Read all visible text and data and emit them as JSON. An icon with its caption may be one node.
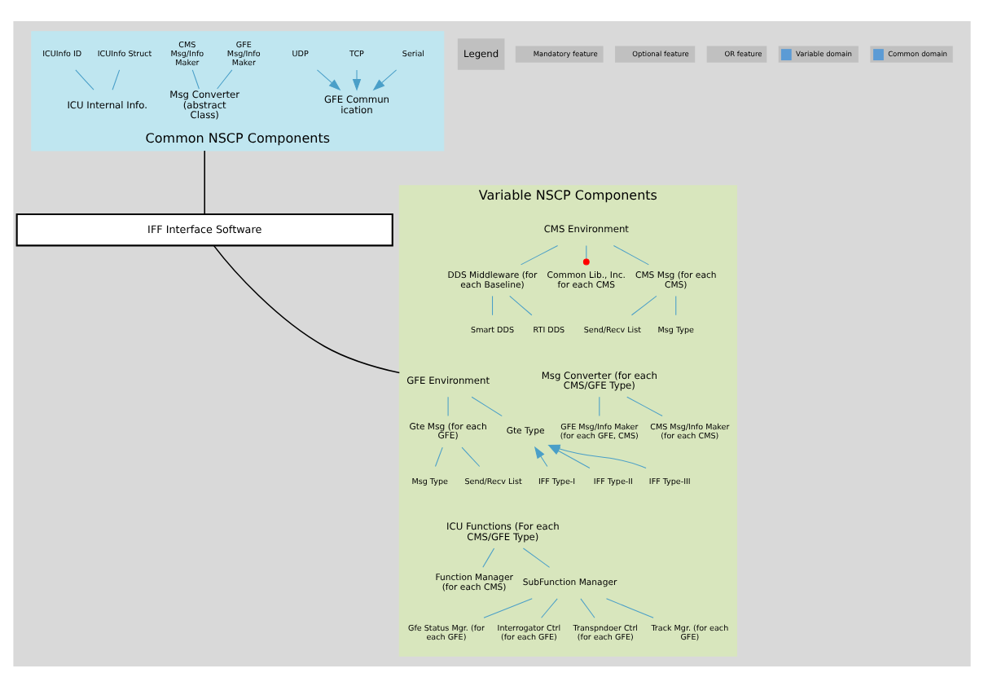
{
  "diagram": {
    "nodes": [
      {
        "text": [
          "Common NSCP Components"
        ]
      },
      {
        "text": [
          "GFE Communication"
        ],
        "in": 0
      },
      {
        "text": [
          "TCP"
        ],
        "in": 0
      },
      {
        "text": [
          "UDP"
        ],
        "in": 0
      },
      {
        "text": [
          "Serial"
        ],
        "in": 0
      },
      {
        "text": [
          "Msg Converter (abstract Class)"
        ],
        "in": 0
      },
      {
        "text": [
          "CMS Msg/Info Maker"
        ],
        "in": 0
      },
      {
        "text": [
          "GFE Msg/Info Maker"
        ],
        "in": 0
      },
      {
        "text": [
          "ICU Internal Info."
        ],
        "in": 0
      },
      {
        "text": [
          "ICUInfo ID"
        ],
        "in": 0
      },
      {
        "text": [
          "ICUInfo Struct"
        ],
        "in": 0
      },
      {
        "text": [
          "IFF Interface Software"
        ]
      },
      {
        "text": [
          "Variable NSCP Components"
        ]
      },
      {
        "text": [
          "GFE Environment"
        ],
        "in": 12
      },
      {
        "text": [
          "Gte Type"
        ],
        "in": 12
      },
      {
        "text": [
          "Gte Msg (for each GFE)"
        ],
        "in": 12
      },
      {
        "text": [
          "IFF Type-I"
        ],
        "in": 12
      },
      {
        "text": [
          "IFF Type-II"
        ],
        "in": 12
      },
      {
        "text": [
          "IFF Type-III"
        ],
        "in": 12
      },
      {
        "text": [
          "Msg Type"
        ],
        "in": 12
      },
      {
        "text": [
          "Send/Recv List"
        ],
        "in": 12
      },
      {
        "text": [
          "CMS Environment"
        ],
        "in": 12
      },
      {
        "text": [
          "DDS Middleware (for each Baseline)"
        ],
        "in": 12
      },
      {
        "text": [
          "Common Lib., Inc. for each CMS"
        ],
        "in": 12
      },
      {
        "text": [
          "CMS Msg (for each CMS)"
        ],
        "in": 12
      },
      {
        "text": [
          "RTI DDS"
        ],
        "in": 12
      },
      {
        "text": [
          "Smart DDS"
        ],
        "in": 12
      },
      {
        "text": [
          "Msg Type"
        ],
        "in": 12
      },
      {
        "text": [
          "Send/Recv List"
        ],
        "in": 12
      },
      {
        "text": [
          "ICU Functions (For each CMS/GFE Type)"
        ],
        "in": 12
      },
      {
        "text": [
          "Function Manager (for each CMS)"
        ],
        "in": 12
      },
      {
        "text": [
          "SubFunction Manager"
        ],
        "in": 12
      },
      {
        "text": [
          "Gfe Status Mgr. (for each GFE)"
        ],
        "in": 12
      },
      {
        "text": [
          "Interrogator Ctrl (for each GFE)"
        ],
        "in": 12
      },
      {
        "text": [
          "Transpndoer Ctrl (for each GFE)"
        ],
        "in": 12
      },
      {
        "text": [
          "Track Mgr. (for each GFE)"
        ],
        "in": 12
      },
      {
        "text": [
          "Msg Converter (for each CMS/GFE Type)"
        ],
        "in": 12
      },
      {
        "text": [
          "CMS Msg/Info Maker (for each CMS)"
        ],
        "in": 12
      },
      {
        "text": [
          "GFE Msg/Info Maker (for each GFE, CMS)"
        ],
        "in": 12
      }
    ],
    "edges": [
      {
        "from": 2,
        "to": 1,
        "arrow": "to"
      },
      {
        "from": 3,
        "to": 1,
        "arrow": "to"
      },
      {
        "from": 4,
        "to": 1,
        "arrow": "to"
      },
      {
        "from": 6,
        "to": 5,
        "arrow": "none"
      },
      {
        "from": 7,
        "to": 5,
        "arrow": "none"
      },
      {
        "from": 9,
        "to": 8,
        "arrow": "none"
      },
      {
        "from": 10,
        "to": 8,
        "arrow": "none"
      },
      {
        "from": 0,
        "to": 11,
        "arrow": "none",
        "color": "#000000"
      },
      {
        "from": 11,
        "to": 12,
        "arrow": "none",
        "color": "#000000"
      },
      {
        "from": 13,
        "to": 14,
        "arrow": "none"
      },
      {
        "from": 13,
        "to": 15,
        "arrow": "none"
      },
      {
        "from": 16,
        "to": 14,
        "arrow": "to"
      },
      {
        "from": 17,
        "to": 14,
        "arrow": "to"
      },
      {
        "from": 18,
        "to": 14,
        "arrow": "to"
      },
      {
        "from": 15,
        "to": 19,
        "arrow": "none"
      },
      {
        "from": 15,
        "to": 20,
        "arrow": "none"
      },
      {
        "from": 21,
        "to": 22,
        "arrow": "none"
      },
      {
        "from": 21,
        "to": 23,
        "arrow": "other"
      },
      {
        "from": 21,
        "to": 24,
        "arrow": "none"
      },
      {
        "from": 22,
        "to": 25,
        "arrow": "none"
      },
      {
        "from": 22,
        "to": 26,
        "arrow": "none"
      },
      {
        "from": 24,
        "to": 27,
        "arrow": "none"
      },
      {
        "from": 24,
        "to": 28,
        "arrow": "none"
      },
      {
        "from": 29,
        "to": 30,
        "arrow": "none"
      },
      {
        "from": 29,
        "to": 31,
        "arrow": "none"
      },
      {
        "from": 31,
        "to": 32,
        "arrow": "none"
      },
      {
        "from": 31,
        "to": 33,
        "arrow": "none"
      },
      {
        "from": 31,
        "to": 34,
        "arrow": "none"
      },
      {
        "from": 31,
        "to": 35,
        "arrow": "none"
      },
      {
        "from": 36,
        "to": 37,
        "arrow": "none"
      },
      {
        "from": 36,
        "to": 38,
        "arrow": "none"
      }
    ],
    "labels": [
      "Legend"
    ],
    "legend": [
      {
        "text": "Mandatory feature"
      },
      {
        "text": "Optional feature"
      },
      {
        "text": "OR feature"
      },
      {
        "text": "Variable domain",
        "color": "#5b9bd5"
      },
      {
        "text": "Common domain",
        "color": "#5b9bd5"
      }
    ]
  }
}
